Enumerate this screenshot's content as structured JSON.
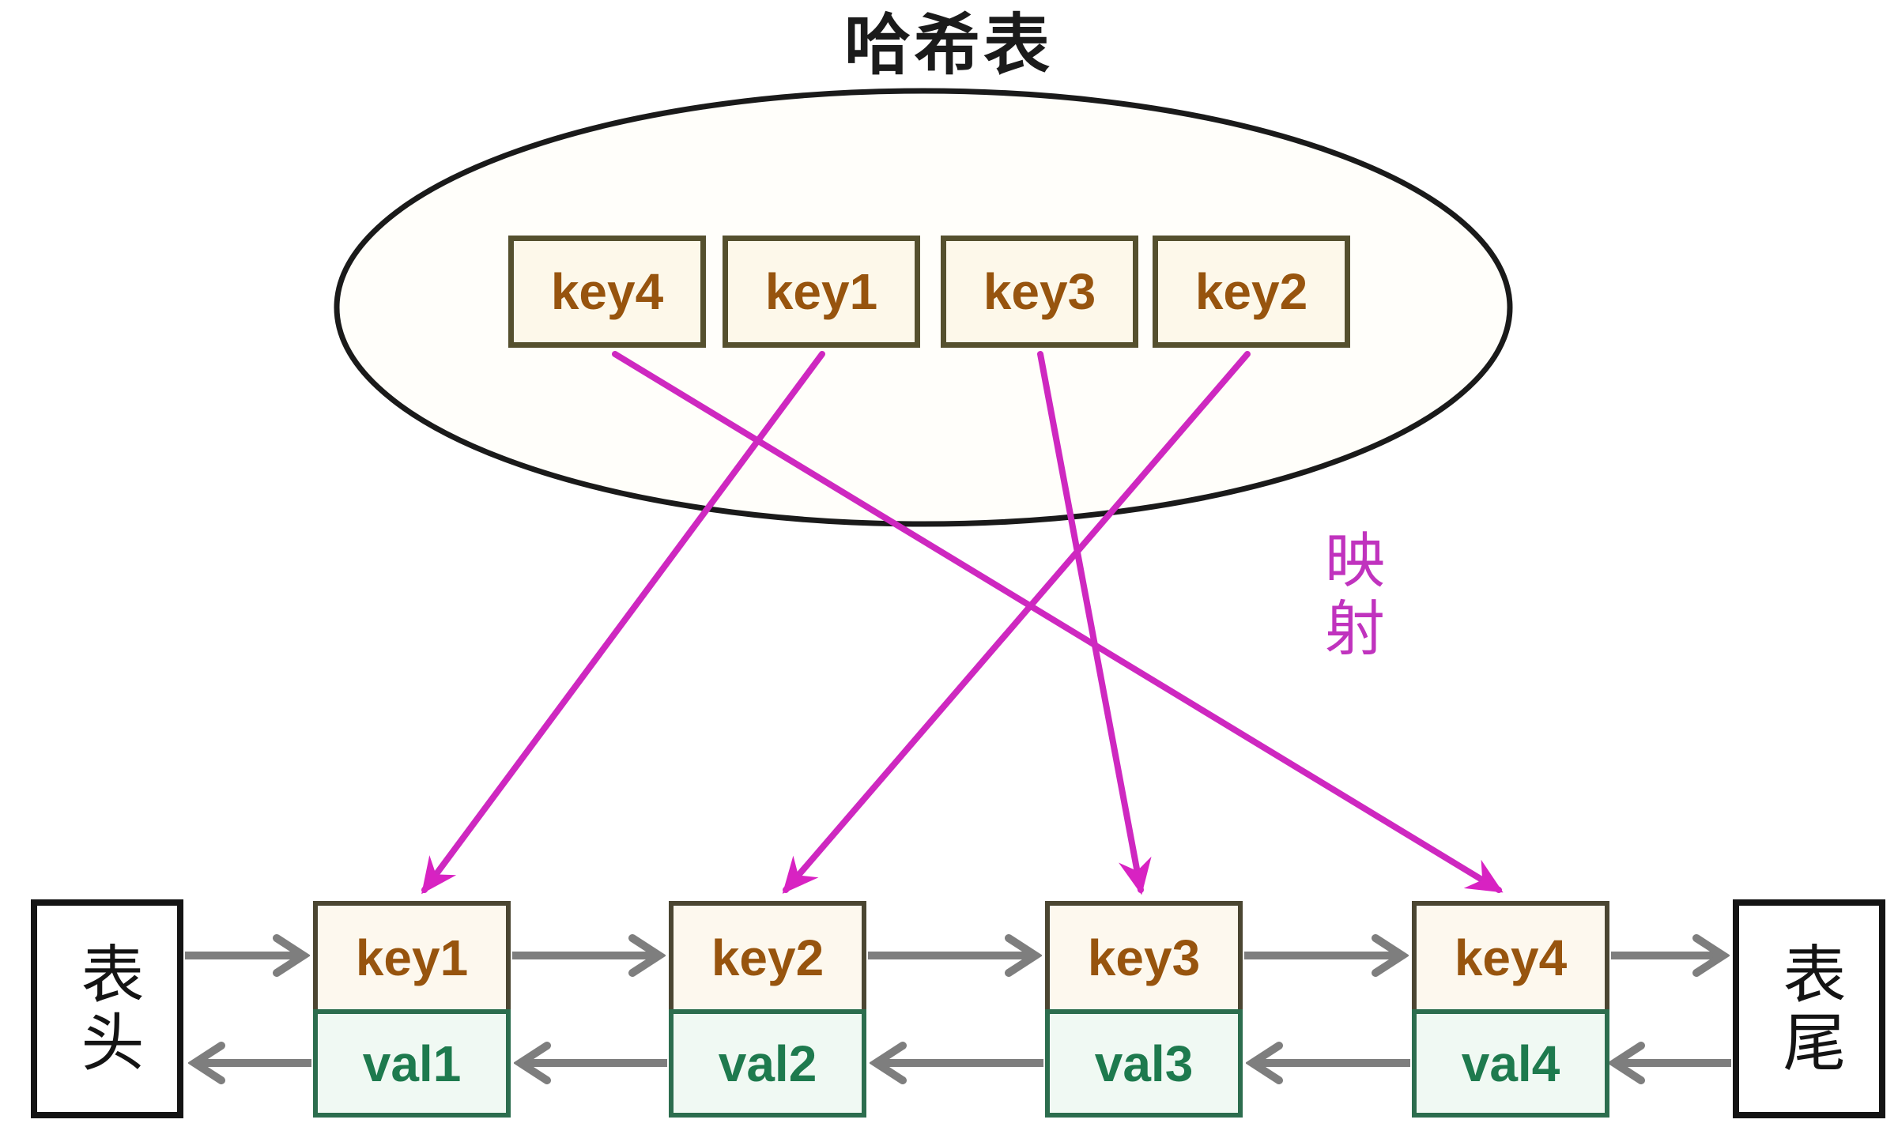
{
  "diagram": {
    "title": "哈希表",
    "mapping_label": "映射",
    "hash_table": {
      "slots": [
        "key4",
        "key1",
        "key3",
        "key2"
      ]
    },
    "linked_list": {
      "head_label": "表头",
      "tail_label": "表尾",
      "nodes": [
        {
          "key": "key1",
          "val": "val1"
        },
        {
          "key": "key2",
          "val": "val2"
        },
        {
          "key": "key3",
          "val": "val3"
        },
        {
          "key": "key4",
          "val": "val4"
        }
      ]
    },
    "colors": {
      "key_text": "#97540e",
      "val_text": "#1e7a4e",
      "key_border": "#4b4632",
      "val_border": "#2c6d4e",
      "key_bg": "#fdf8ee",
      "val_bg": "#f0f9f3",
      "mapping_magenta": "#ce28c0",
      "pointer_gray": "#7e7e7e",
      "outline_black": "#1a1a1a"
    }
  }
}
